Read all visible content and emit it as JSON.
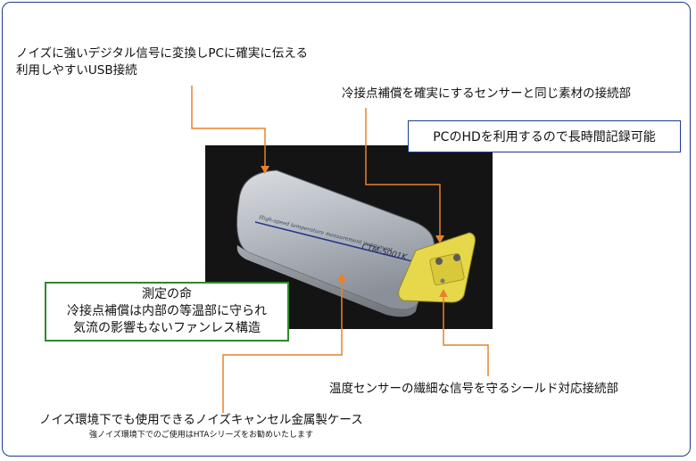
{
  "annotations": {
    "usb": {
      "line1": "ノイズに強いデジタル信号に変換しPCに確実に伝える",
      "line2": "利用しやすいUSB接続"
    },
    "cold_junction": "冷接点補償を確実にするセンサーと同じ素材の接続部",
    "pc_hd": "PCのHDを利用するので長時間記録可能",
    "heart": {
      "title": "測定の命",
      "line1": "冷接点補償は内部の等温部に守られ",
      "line2": "気流の影響もないファンレス構造"
    },
    "shield": "温度センサーの繊細な信号を守るシールド対応接続部",
    "case": {
      "main": "ノイズ環境下でも使用できるノイズキャンセル金属製ケース",
      "note": "強ノイズ環境下でのご使用はHTAシリーズをお勧めいたします"
    }
  },
  "product": {
    "model": "CTM-5001K",
    "caption": "High-speed temperature measurement instrument"
  },
  "colors": {
    "leader": "#e8822a",
    "frame": "#1a3a8a",
    "blue_box": "#1a3a9a",
    "green_box": "#2d8a2d",
    "connector": "#e6d84a"
  }
}
